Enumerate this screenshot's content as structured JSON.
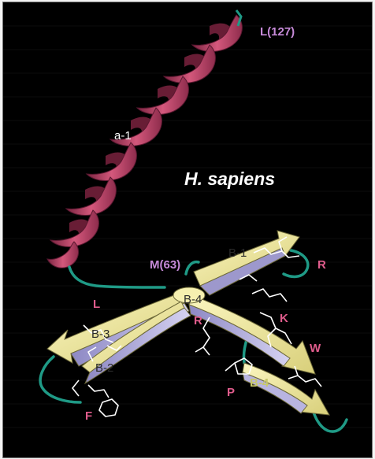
{
  "figure": {
    "title": "H. sapiens",
    "labels": {
      "helix": "a-1",
      "c_term": "L(127)",
      "n_term": "M(63)",
      "b1": "B-1",
      "b2": "B-2",
      "b3": "B-3",
      "b4_center": "B-4",
      "b4_lower": "B-4",
      "res_R1": "R",
      "res_L": "L",
      "res_R2": "R",
      "res_K": "K",
      "res_W": "W",
      "res_P": "P",
      "res_F": "F"
    },
    "colors": {
      "background": "#000000",
      "helix": "#c94b6e",
      "sheet_yellow": "#f0eaa0",
      "sheet_lavender": "#b8b4e0",
      "loop": "#1f9a86",
      "sidechain": "#ffffff",
      "residue_label": "#e05c8c",
      "terminus_label": "#c68ad8"
    }
  }
}
